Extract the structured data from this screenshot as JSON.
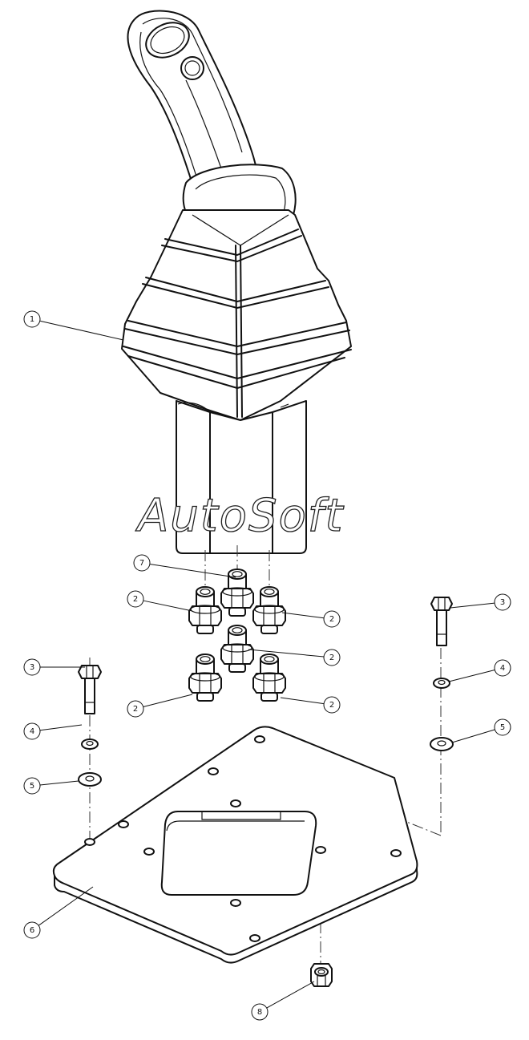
{
  "watermark": "AutoSoft",
  "balloons": [
    {
      "id": "b-1",
      "num": "1"
    },
    {
      "id": "b-7",
      "num": "7"
    },
    {
      "id": "b-2a",
      "num": "2"
    },
    {
      "id": "b-2b",
      "num": "2"
    },
    {
      "id": "b-2c",
      "num": "2"
    },
    {
      "id": "b-2d",
      "num": "2"
    },
    {
      "id": "b-2e",
      "num": "2"
    },
    {
      "id": "b-3l",
      "num": "3"
    },
    {
      "id": "b-3r",
      "num": "3"
    },
    {
      "id": "b-4l",
      "num": "4"
    },
    {
      "id": "b-4r",
      "num": "4"
    },
    {
      "id": "b-5l",
      "num": "5"
    },
    {
      "id": "b-5r",
      "num": "5"
    },
    {
      "id": "b-6",
      "num": "6"
    },
    {
      "id": "b-8",
      "num": "8"
    }
  ]
}
